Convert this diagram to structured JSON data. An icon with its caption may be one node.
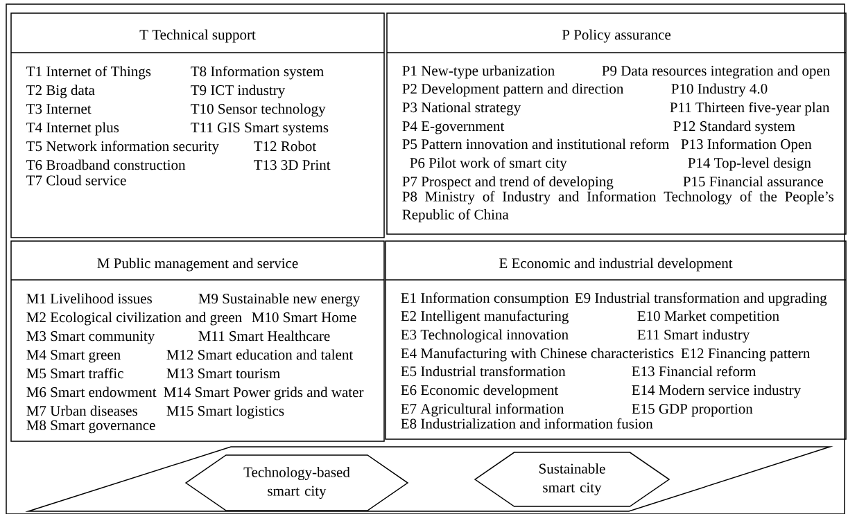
{
  "diagram": {
    "nodes": [
      {
        "text": [
          "T Technical support",
          "T1 Internet of Things",
          "T8 Information system",
          "T2 Big data",
          "T9 ICT industry",
          "T3 Internet",
          "T10 Sensor technology",
          "T4 Internet plus",
          "T11 GIS Smart systems",
          "T5 Network information security",
          "T12 Robot",
          "T6 Broadband construction",
          "T13 3D Print",
          "T7 Cloud service"
        ]
      },
      {
        "text": [
          "P Policy assurance",
          "P1 New-type urbanization",
          "P9 Data resources integration and open",
          "P2 Development pattern and direction",
          "P10 Industry 4.0",
          "P3 National strategy",
          "P11 Thirteen five-year plan",
          "P4 E-government",
          "P12 Standard system",
          "P5 Pattern innovation and institutional reform",
          "P13 Information Open",
          "P6 Pilot work of smart city",
          "P14 Top-level design",
          "P7 Prospect and trend of developing",
          "P15 Financial assurance",
          "P8 Ministry of Industry and Information Technology of the People’s Republic of China"
        ]
      },
      {
        "text": [
          "M Public management and service",
          "M1 Livelihood issues",
          "M9 Sustainable new energy",
          "M2 Ecological civilization and green",
          "M10 Smart Home",
          "M3 Smart community",
          "M11 Smart Healthcare",
          "M4 Smart green",
          "M12 Smart education and talent",
          "M5 Smart traffic",
          "M13 Smart tourism",
          "M6 Smart endowment",
          "M14 Smart Power grids and water",
          "M7 Urban diseases",
          "M15 Smart logistics",
          "M8 Smart governance"
        ]
      },
      {
        "text": [
          "E Economic and industrial development",
          "E1 Information consumption",
          "E9 Industrial transformation and upgrading",
          "E2 Intelligent manufacturing",
          "E10 Market competition",
          "E3 Technological innovation",
          "E11 Smart industry",
          "E4 Manufacturing with Chinese characteristics",
          "E12 Financing pattern",
          "E5 Industrial transformation",
          "E13 Financial reform",
          "E6 Economic development",
          "E14 Modern service industry",
          "E7 Agricultural information",
          "E15 GDP proportion",
          "E8 Industrialization and information fusion"
        ]
      },
      {
        "text": [],
        "shape": "trapezoid"
      },
      {
        "text": [
          "Technology-based smart city"
        ],
        "in": 4
      },
      {
        "text": [
          "Sustainable smart city"
        ],
        "in": 4
      }
    ]
  }
}
